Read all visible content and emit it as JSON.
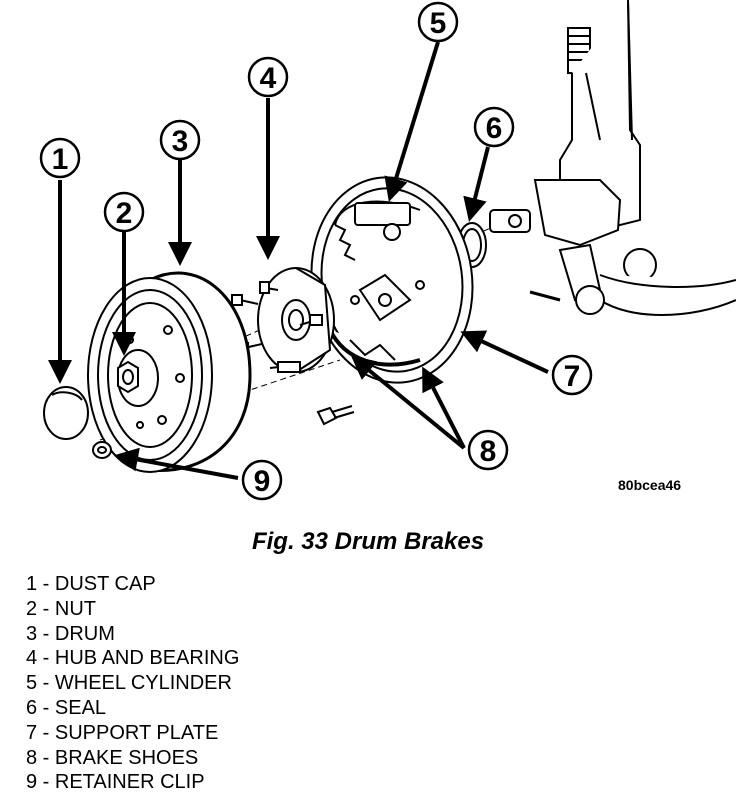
{
  "figure": {
    "caption": "Fig. 33 Drum Brakes",
    "reference_code": "80bcea46"
  },
  "callouts": [
    "1",
    "2",
    "3",
    "4",
    "5",
    "6",
    "7",
    "8",
    "9"
  ],
  "legend": [
    "1 - DUST CAP",
    "2 - NUT",
    "3 - DRUM",
    "4 - HUB AND BEARING",
    "5 - WHEEL CYLINDER",
    "6 - SEAL",
    "7 - SUPPORT PLATE",
    "8 - BRAKE SHOES",
    "9 - RETAINER CLIP"
  ]
}
